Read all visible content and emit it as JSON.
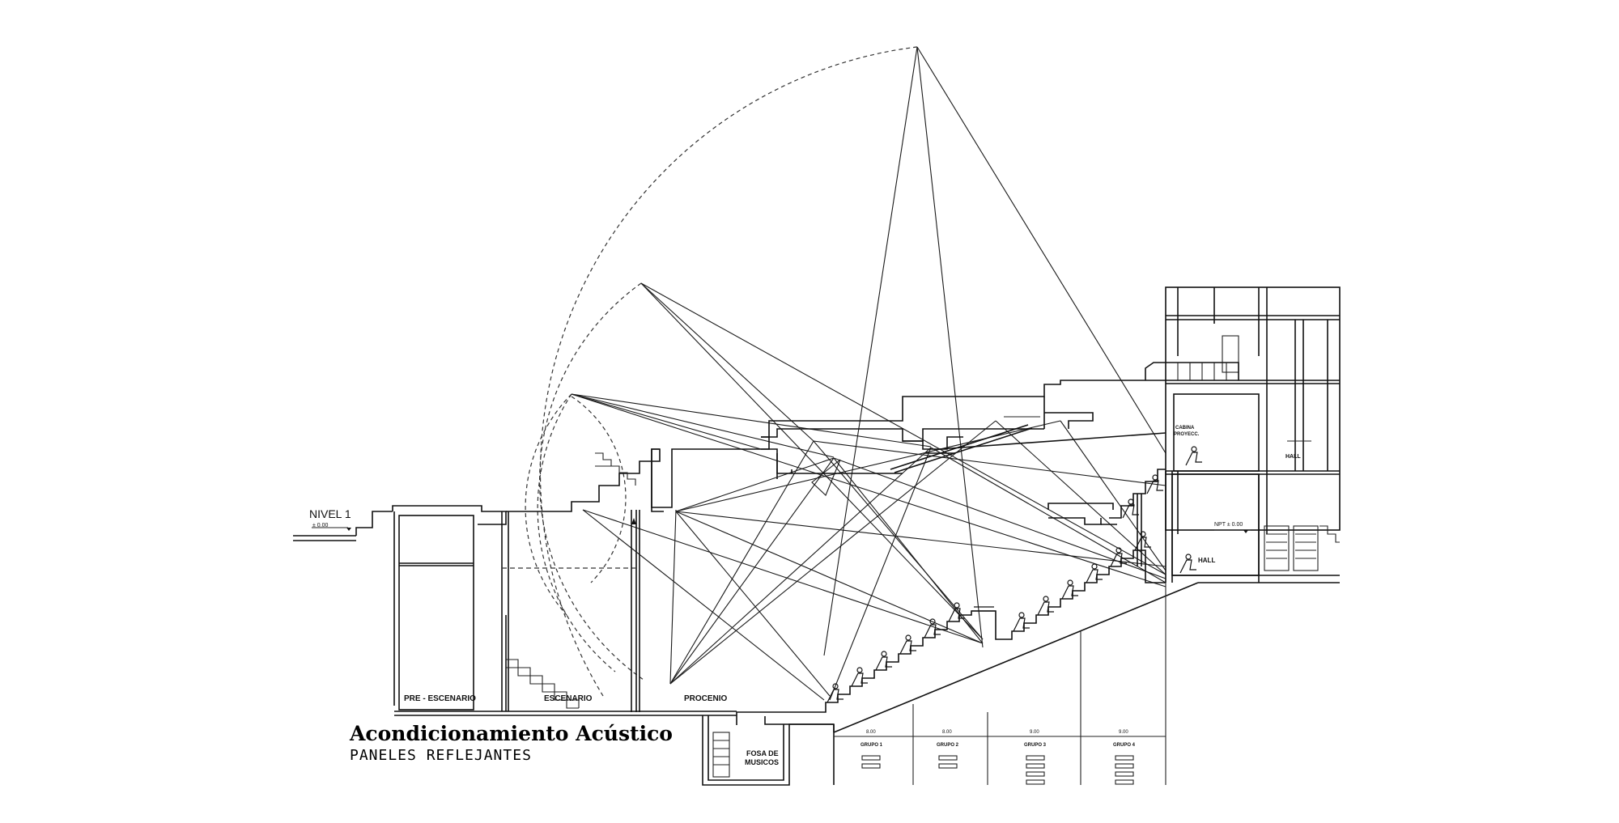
{
  "title": "Acondicionamiento Acústico",
  "subtitle": "PANELES REFLEJANTES",
  "labels": {
    "nivel": "NIVEL 1",
    "nivel_value": "± 0.00",
    "pre_escenario": "PRE - ESCENARIO",
    "escenario": "ESCENARIO",
    "proscenio": "PROCENIO",
    "fosa_line1": "FOSA DE",
    "fosa_line2": "MUSICOS",
    "cabina_line1": "CABINA",
    "cabina_line2": "PROYECC.",
    "hall_upper": "HALL",
    "hall_lower": "HALL",
    "npt": "NPT ± 0.00"
  },
  "groups": [
    {
      "dist": "8.00",
      "name": "GRUPO 1"
    },
    {
      "dist": "8.00",
      "name": "GRUPO 2"
    },
    {
      "dist": "9.00",
      "name": "GRUPO 3"
    },
    {
      "dist": "9.00",
      "name": "GRUPO 4"
    }
  ]
}
